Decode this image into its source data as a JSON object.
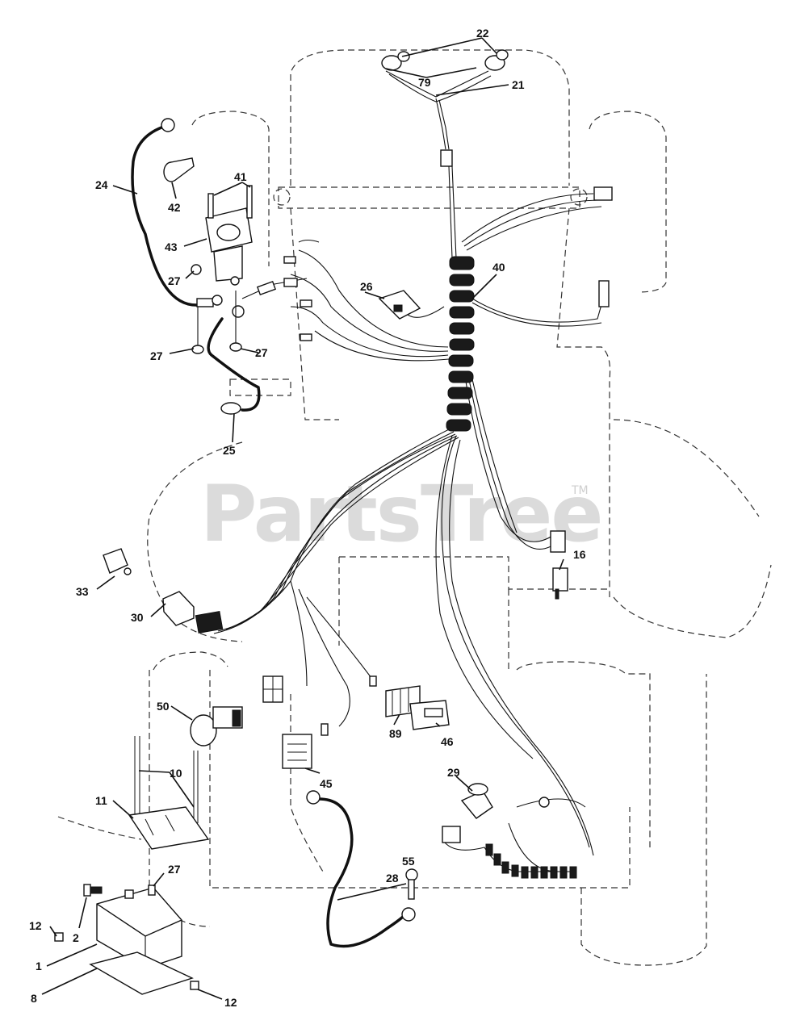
{
  "watermark": {
    "brand": "PartsTree",
    "trademark": "TM"
  },
  "callouts": {
    "c1": "1",
    "c2": "2",
    "c8": "8",
    "c10": "10",
    "c11": "11",
    "c12a": "12",
    "c12b": "12",
    "c16": "16",
    "c21": "21",
    "c22": "22",
    "c24": "24",
    "c25": "25",
    "c26": "26",
    "c27a": "27",
    "c27b": "27",
    "c27c": "27",
    "c27d": "27",
    "c28": "28",
    "c29": "29",
    "c30": "30",
    "c33": "33",
    "c40": "40",
    "c41": "41",
    "c42": "42",
    "c43": "43",
    "c45": "45",
    "c46": "46",
    "c50": "50",
    "c55": "55",
    "c79": "79",
    "c89": "89"
  }
}
